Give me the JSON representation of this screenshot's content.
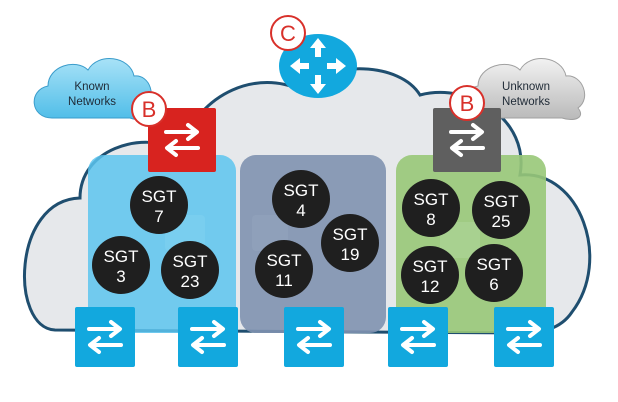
{
  "clouds": {
    "known": {
      "line1": "Known",
      "line2": "Networks"
    },
    "unknown": {
      "line1": "Unknown",
      "line2": "Networks"
    }
  },
  "badges": {
    "router": "C",
    "left_border": "B",
    "right_border": "B"
  },
  "sgt_prefix": "SGT",
  "groups": {
    "left": {
      "sgts": [
        "7",
        "3",
        "23"
      ]
    },
    "middle": {
      "sgts": [
        "4",
        "19",
        "11"
      ]
    },
    "right": {
      "sgts": [
        "8",
        "25",
        "12",
        "6"
      ]
    }
  },
  "colors": {
    "main_cloud": "#e6e8eb",
    "cloud_stroke": "#1f4e6f",
    "left_group": "#5cc4ef",
    "middle_group": "#7f92b0",
    "right_group": "#98c878",
    "router": "#12a8de",
    "edge_switch": "#12a8de",
    "left_border_switch": "#d8231f",
    "right_border_switch": "#5f5f5f",
    "sgt_circle": "#1f1f1f",
    "badge": "#d8302a"
  }
}
